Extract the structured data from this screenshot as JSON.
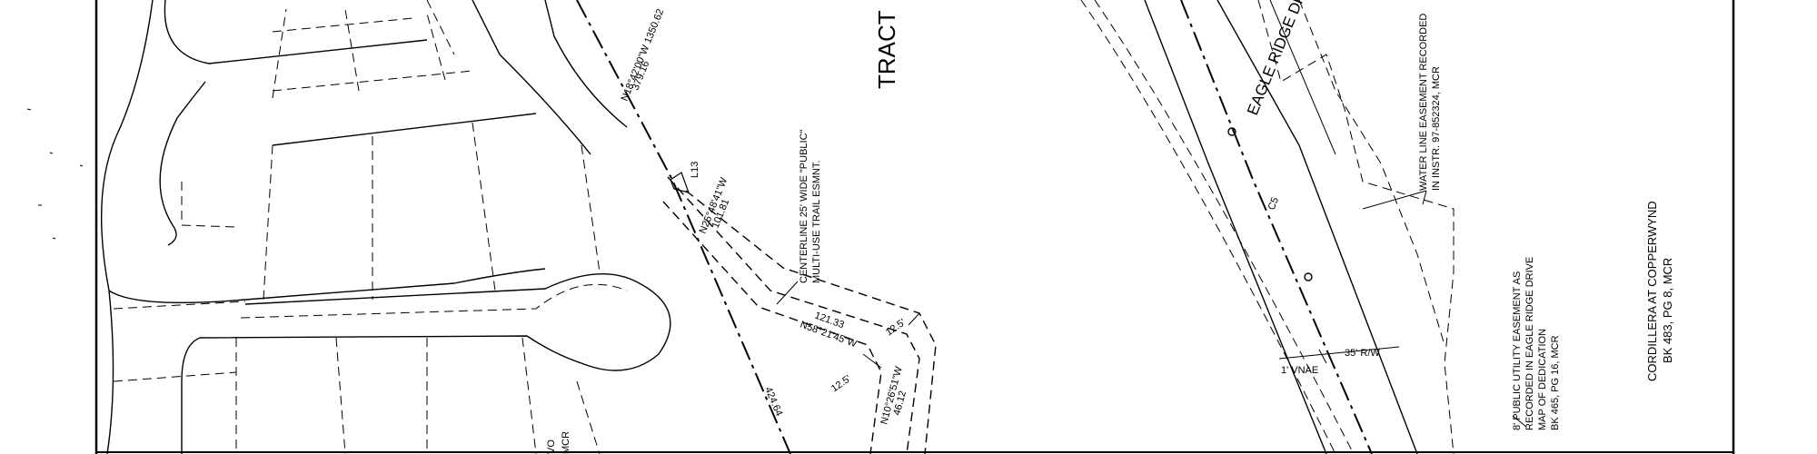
{
  "labels": {
    "tract": "TRACT",
    "road": "EAGLE RIDGE DR",
    "bearing_top": "N18°42'00\"W  1350.62",
    "dist_top": "379.16",
    "l13": "L13",
    "bearing_mid1": "N25°48'41\"W",
    "dist_mid1": "101.81",
    "trail_line1": "CENTERLINE 25' WIDE \"PUBLIC\"",
    "trail_line2": "MULTI-USE TRAIL ESMNT.",
    "bearing_mid2": "N58°21'45\"W",
    "dist_mid2": "121.33",
    "width_right": "12.5'",
    "width_left": "12.5'",
    "bearing_low": "N10°26'51\"W",
    "dist_low": "46.12",
    "dist_diag": "424.64",
    "lot_frag1": "VO",
    "lot_frag2": "MCR",
    "c5": "C5",
    "vnae": "1' VNAE",
    "row": "35' R/W",
    "water_line1": "WATER LINE EASEMENT RECORDED",
    "water_line2": "IN INSTR. 97-852324, MCR",
    "pue_line1": "8' PUBLIC UTILITY EASEMENT AS",
    "pue_line2": "RECORDED IN EAGLE RIDGE DRIVE",
    "pue_line3": "MAP OF DEDICATION",
    "pue_line4": "BK 465, PG 16, MCR",
    "cord_line1": "CORDILLERA AT COPPERWYND",
    "cord_line2": "BK 483, PG 8, MCR"
  }
}
